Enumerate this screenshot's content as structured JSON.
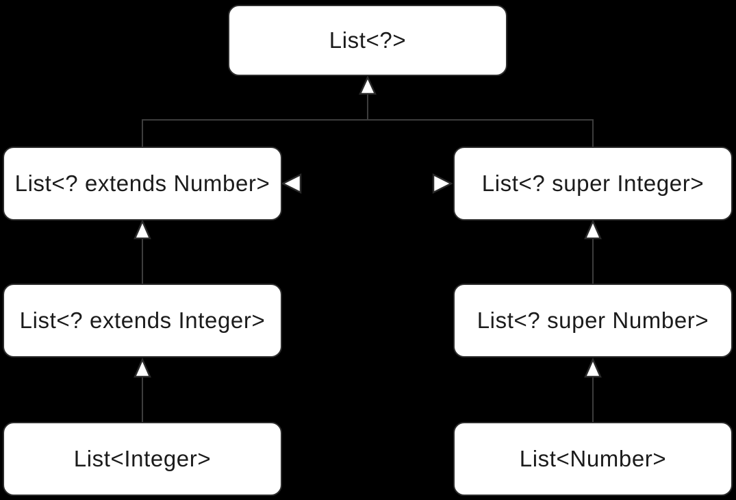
{
  "diagram": {
    "type": "class-hierarchy",
    "colors": {
      "background": "#000000",
      "node_fill": "#ffffff",
      "node_border": "#2d2d2d",
      "edge": "#3d3d3d",
      "text": "#1b1b1b"
    },
    "nodes": [
      {
        "id": "list-wildcard",
        "label": "List<?>"
      },
      {
        "id": "list-extends-number",
        "label": "List<? extends Number>"
      },
      {
        "id": "list-super-integer",
        "label": "List<? super Integer>"
      },
      {
        "id": "list-extends-integer",
        "label": "List<? extends Integer>"
      },
      {
        "id": "list-super-number",
        "label": "List<? super Number>"
      },
      {
        "id": "list-integer",
        "label": "List<Integer>"
      },
      {
        "id": "list-number",
        "label": "List<Number>"
      }
    ],
    "edges": [
      {
        "from": "list-extends-number",
        "to": "list-wildcard",
        "type": "generalization"
      },
      {
        "from": "list-super-integer",
        "to": "list-wildcard",
        "type": "generalization"
      },
      {
        "from": "list-extends-integer",
        "to": "list-extends-number",
        "type": "generalization"
      },
      {
        "from": "list-super-number",
        "to": "list-super-integer",
        "type": "generalization"
      },
      {
        "from": "list-integer",
        "to": "list-extends-integer",
        "type": "generalization"
      },
      {
        "from": "list-number",
        "to": "list-super-number",
        "type": "generalization"
      },
      {
        "from": "center-gap",
        "to": "list-extends-number",
        "type": "arrowhead-only"
      },
      {
        "from": "center-gap",
        "to": "list-super-integer",
        "type": "arrowhead-only"
      }
    ]
  }
}
